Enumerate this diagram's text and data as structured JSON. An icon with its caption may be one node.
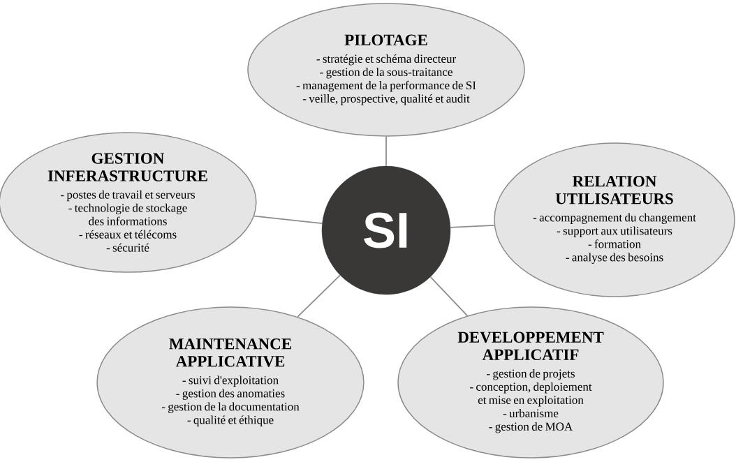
{
  "diagram": {
    "nodes": [
      {
        "text": [
          "SI"
        ]
      },
      {
        "text": [
          "PILOTAGE",
          "- stratégie et schéma directeur",
          "- gestion de la sous-traitance",
          "- management de la performance de SI",
          "- veille, prospective, qualité et audit"
        ]
      },
      {
        "text": [
          "GESTION INFERASTRUCTURE",
          "- postes de travail et serveurs",
          "- technologie de stockage des informations",
          "- réseaux et télécoms",
          "- sécurité"
        ]
      },
      {
        "text": [
          "RELATION UTILISATEURS",
          "- accompagnement du changement",
          "- support aux utilisateurs",
          "- formation",
          "- analyse des besoins"
        ]
      },
      {
        "text": [
          "MAINTENANCE APPLICATIVE",
          "- suivi d'exploitation",
          "- gestion des  anomaties",
          "- gestion de la documentation",
          "- qualité et éthique"
        ]
      },
      {
        "text": [
          "DEVELOPPEMENT APPLICATIF",
          "- gestion de projets",
          "- conception, deploiement et mise en exploitation",
          "- urbanisme",
          "- gestion de MOA"
        ]
      }
    ],
    "edges": [
      {
        "from": 0,
        "to": 1,
        "arrow": "none"
      },
      {
        "from": 0,
        "to": 2,
        "arrow": "none"
      },
      {
        "from": 0,
        "to": 3,
        "arrow": "none"
      },
      {
        "from": 0,
        "to": 4,
        "arrow": "none"
      },
      {
        "from": 0,
        "to": 5,
        "arrow": "none"
      }
    ]
  }
}
